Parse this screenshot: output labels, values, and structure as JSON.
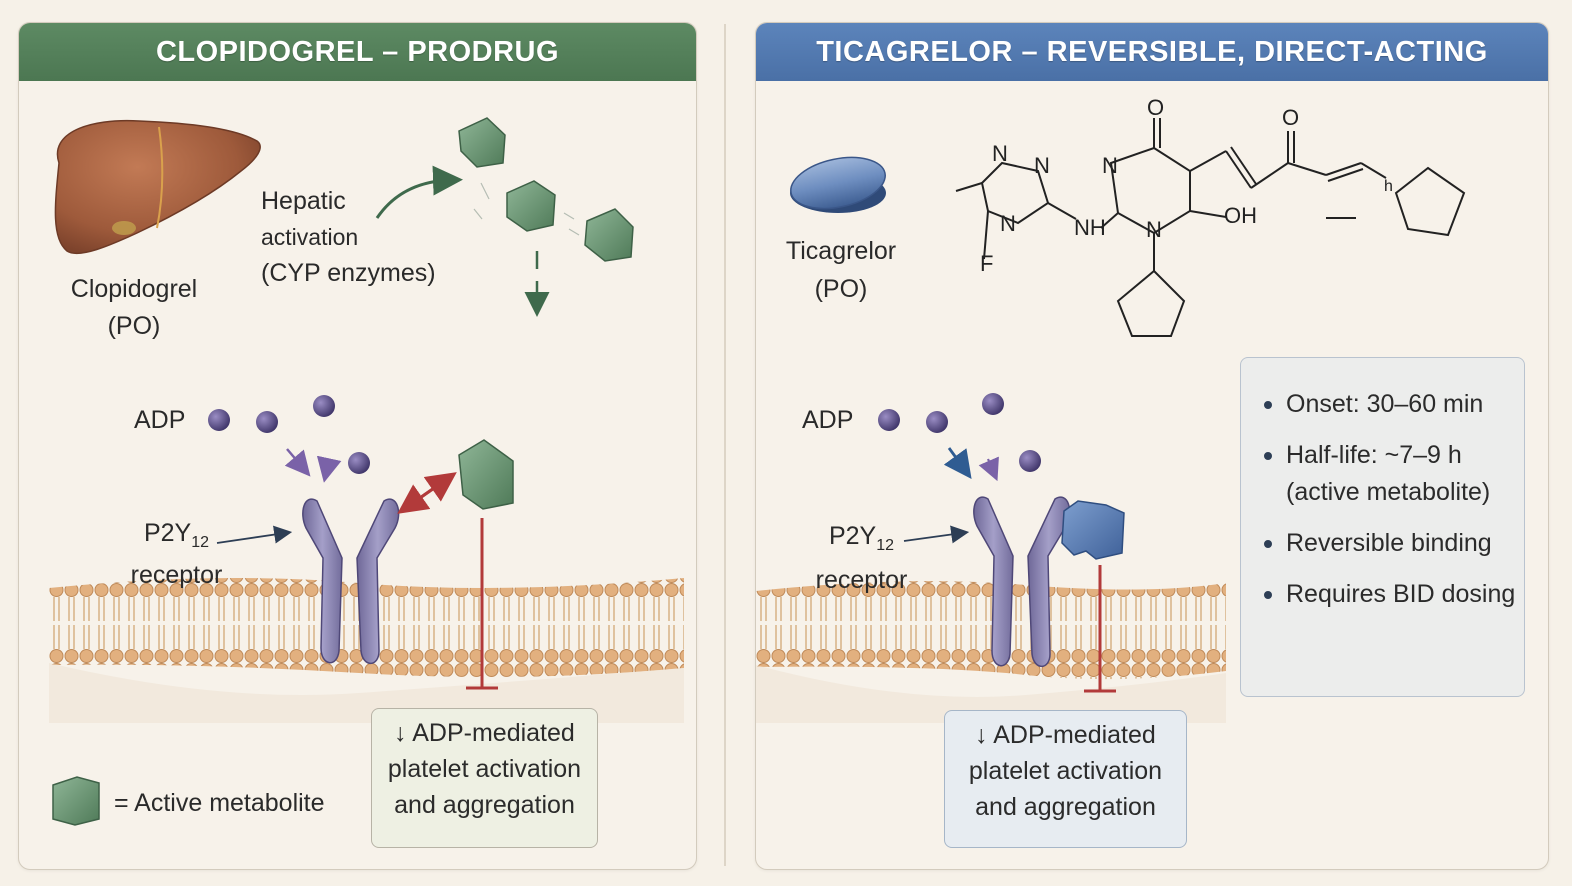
{
  "left_panel": {
    "title": "CLOPIDOGREL – PRODRUG",
    "drug_label": [
      "Clopidogrel",
      "(PO)"
    ],
    "activation_label": [
      "Hepatic",
      "activation",
      "(CYP enzymes)"
    ],
    "adp_label": "ADP",
    "receptor_label": [
      "P2Y12",
      "receptor"
    ],
    "effect_text": [
      "↓ ADP-mediated",
      "platelet activation",
      "and aggregation"
    ],
    "legend_text": "= Active metabolite",
    "colors": {
      "header": "#4c7752",
      "metabolite": "#6a9170",
      "inhibition": "#b23a3a"
    }
  },
  "right_panel": {
    "title": "TICAGRELOR – REVERSIBLE, DIRECT-ACTING",
    "drug_label": [
      "Ticagrelor",
      "(PO)"
    ],
    "adp_label": "ADP",
    "receptor_label": [
      "P2Y12",
      "receptor"
    ],
    "structure_atoms": [
      "O",
      "O",
      "N",
      "N",
      "N",
      "N",
      "N",
      "NH",
      "OH",
      "F",
      "h"
    ],
    "facts": [
      "Onset: 30–60 min",
      "Half-life: ~7–9 h (active metabolite)",
      "Reversible binding",
      "Requires BID dosing"
    ],
    "effect_text": [
      "↓ ADP-mediated",
      "platelet activation",
      "and aggregation"
    ],
    "colors": {
      "header": "#4a70a6",
      "drug": "#5878a6",
      "inhibition": "#b23a3a"
    }
  }
}
